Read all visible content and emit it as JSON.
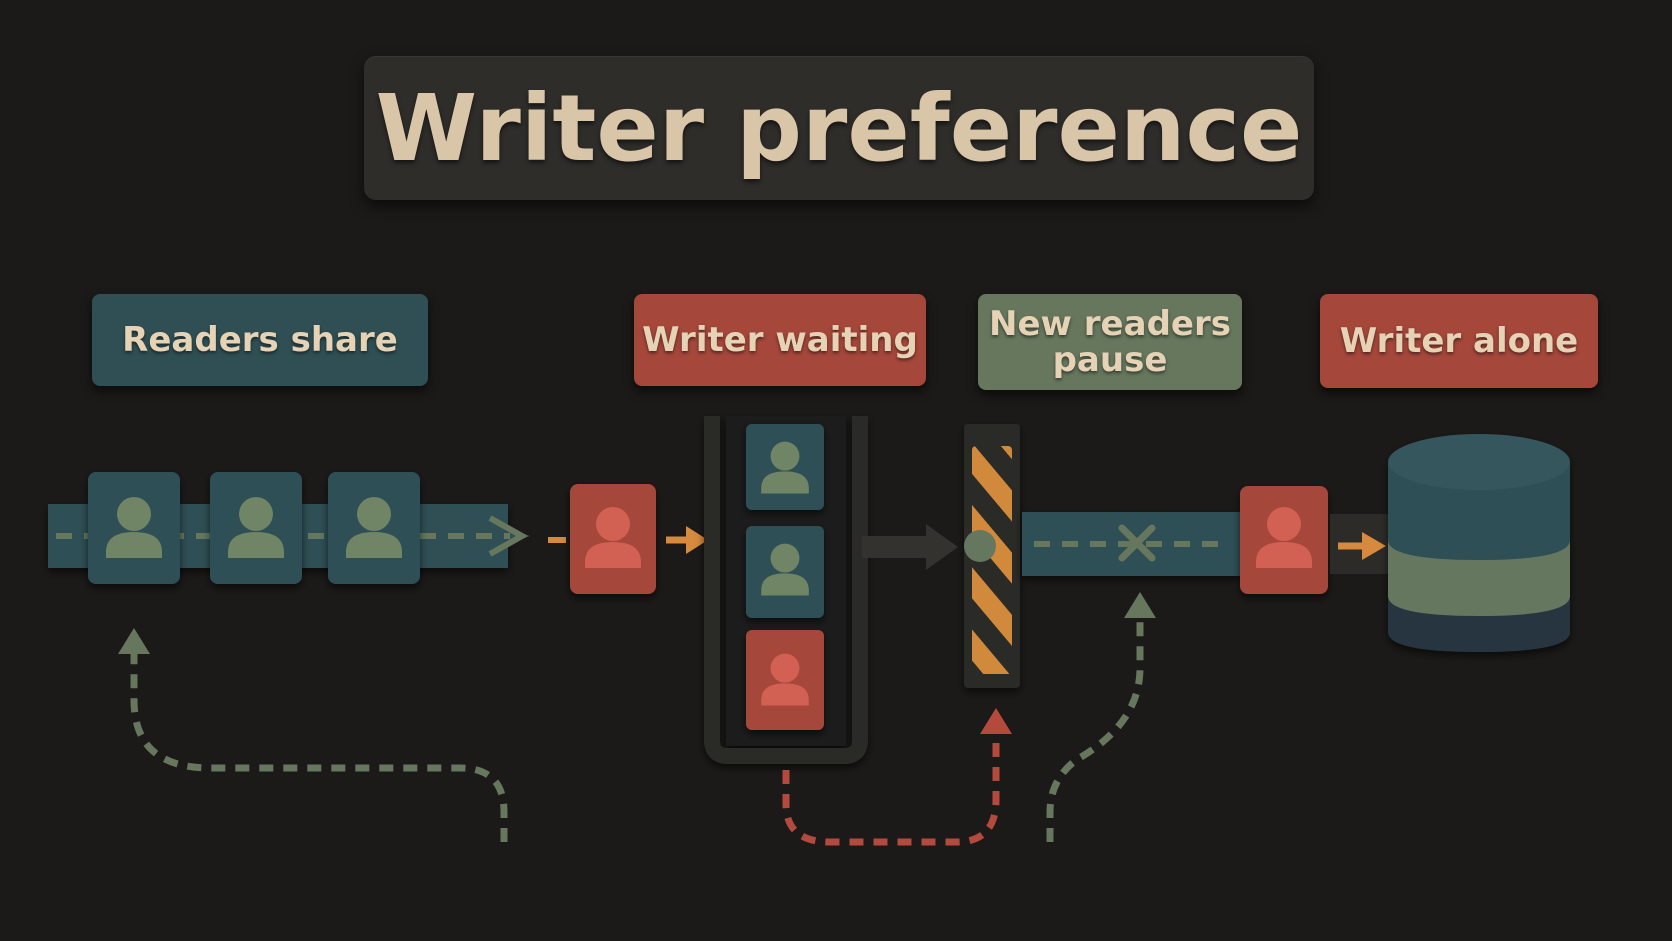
{
  "title": "Writer preference",
  "labels": {
    "readers_share": "Readers share",
    "writer_waiting": "Writer waiting",
    "new_readers_pause": "New readers pause",
    "writer_alone": "Writer alone"
  },
  "colors": {
    "background": "#1b1a18",
    "teal": "#2f4f54",
    "reader_figure": "#6f8466",
    "writer": "#c8584a",
    "arrow_orange": "#d7893d",
    "dashed_green": "#66775e",
    "dashed_red": "#b4493e",
    "hazard_orange": "#d18a3a"
  },
  "icons": [
    "reader-person-icon",
    "writer-person-icon",
    "database-icon",
    "barrier-gate-icon",
    "blocked-x-icon"
  ]
}
